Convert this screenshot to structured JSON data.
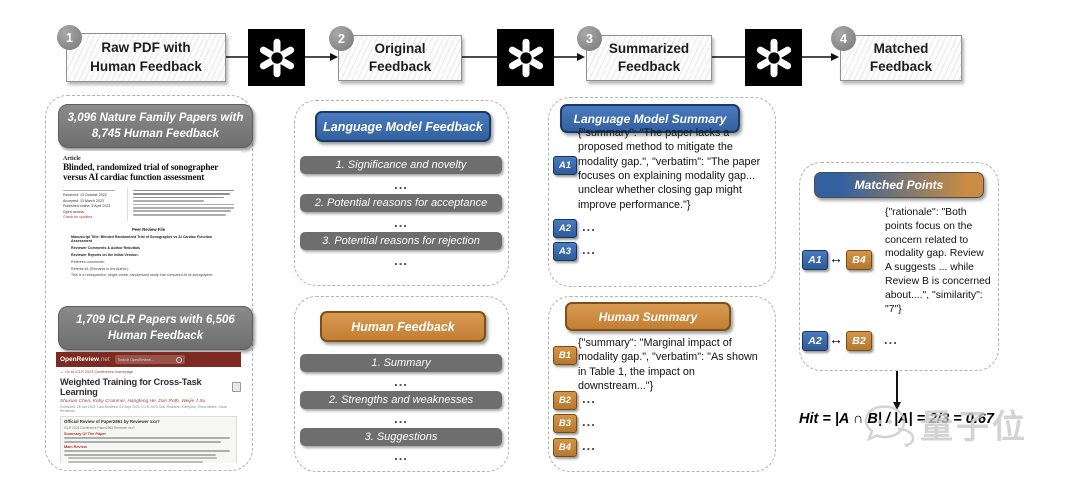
{
  "steps": [
    {
      "number": "1",
      "line1": "Raw PDF with",
      "line2": "Human Feedback"
    },
    {
      "number": "2",
      "line1": "Original",
      "line2": "Feedback"
    },
    {
      "number": "3",
      "line1": "Summarized",
      "line2": "Feedback"
    },
    {
      "number": "4",
      "line1": "Matched",
      "line2": "Feedback"
    }
  ],
  "icons": {
    "double_arrow": "↔",
    "openai": "openai-logo",
    "search": "magnifier"
  },
  "sources": {
    "nature_badge": "3,096 Nature Family Papers with 8,745 Human Feedback",
    "nature_paper": {
      "kicker": "Article",
      "title": "Blinded, randomized trial of sonographer versus AI cardiac function assessment",
      "meta_lines": [
        "Received: 13 October 2022",
        "Accepted: 13 March 2023",
        "Published online: 5 April 2023",
        "Open access",
        "Check for updates"
      ],
      "review_header": "Peer Review File",
      "review_lines": [
        "Manuscript Title: Blinded Randomized Trial of Sonographer vs AI Cardiac Function Assessment",
        "Reviewer Comments & Author Rebuttals",
        "Reviewer Reports on the Initial Version:",
        "Referees' comments:",
        "Referee #1 (Remarks to the Author):",
        "This is a retrospective, single-center, randomized study that compared AI vs sonographer"
      ]
    },
    "iclr_badge": "1,709 ICLR Papers with 6,506 Human Feedback",
    "openreview": {
      "site": "OpenReview",
      "site_suffix": ".net",
      "search_placeholder": "Search OpenReview...",
      "breadcrumb": "← Go to ICLR 2023 Conference homepage",
      "title": "Weighted Training for Cross-Task Learning",
      "authors": "Shuxiao Chen, Koby Crammer, Hangfeng He, Dan Roth, Weijie J Su",
      "meta": "Published: 28 Jan 2022, Last Modified: 03 Sept 2023, ICLR 2023 Oral, Readers: Everyone, Show Bibtex, Show Revisions",
      "review_title": "Official Review of Paper2861 by Reviewer xxx?",
      "review_meta": "ICLR 2023 Conference Paper2861 Reviewer xxx?",
      "section1": "Summary Of The Paper",
      "section2": "Main Review"
    }
  },
  "feedback": {
    "lm_title": "Language Model Feedback",
    "lm_items": [
      "1. Significance and novelty",
      "2. Potential reasons for acceptance",
      "3. Potential reasons for rejection"
    ],
    "human_title": "Human Feedback",
    "human_items": [
      "1. Summary",
      "2. Strengths and weaknesses",
      "3. Suggestions"
    ],
    "ellipsis": "..."
  },
  "summary": {
    "lm_title": "Language Model Summary",
    "lm_json": "{\"summary\": \"The paper lacks a proposed method to mitigate the modality gap.\", \"verbatim\": \"The paper focuses on explaining modality gap... unclear whether closing gap might improve performance.\"}",
    "lm_badges": [
      "A1",
      "A2",
      "A3"
    ],
    "human_title": "Human Summary",
    "human_json": "{\"summary\": \"Marginal impact of modality gap.\", \"verbatim\": \"As shown in Table 1, the impact on downstream...\"}",
    "human_badges": [
      "B1",
      "B2",
      "B3",
      "B4"
    ],
    "ellipsis": "..."
  },
  "matched": {
    "title": "Matched Points",
    "json": "{\"rationale\": \"Both points focus on the concern related to modality gap. Review A suggests ... while Review B is concerned about....\", \"similarity\": \"7\"}",
    "pair1": {
      "a": "A1",
      "b": "B4"
    },
    "pair2": {
      "a": "A2",
      "b": "B2"
    },
    "ellipsis": "..."
  },
  "formula": "Hit = |A ∩ B| / |A| = 2/3 = 0.67",
  "watermark": "量子位",
  "colors": {
    "blue": "#33619f",
    "orange": "#c98c42",
    "gray_bar": "#6e6e6e",
    "gray_pill": "#777777",
    "maroon": "#7d2b22",
    "black": "#000000"
  }
}
